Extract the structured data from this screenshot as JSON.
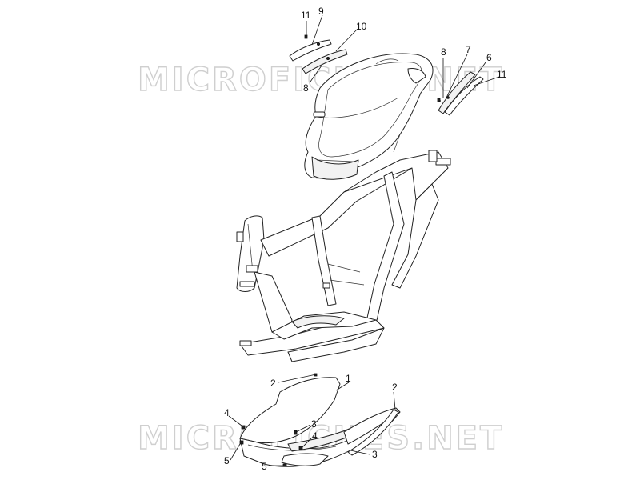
{
  "watermark": {
    "text": "MICROFICHES.NET"
  },
  "callouts": {
    "c1": "1",
    "c2a": "2",
    "c2b": "2",
    "c3a": "3",
    "c3b": "3",
    "c4a": "4",
    "c4b": "4",
    "c5a": "5",
    "c5b": "5",
    "c6": "6",
    "c7": "7",
    "c8a": "8",
    "c8b": "8",
    "c9": "9",
    "c10": "10",
    "c11a": "11",
    "c11b": "11"
  }
}
